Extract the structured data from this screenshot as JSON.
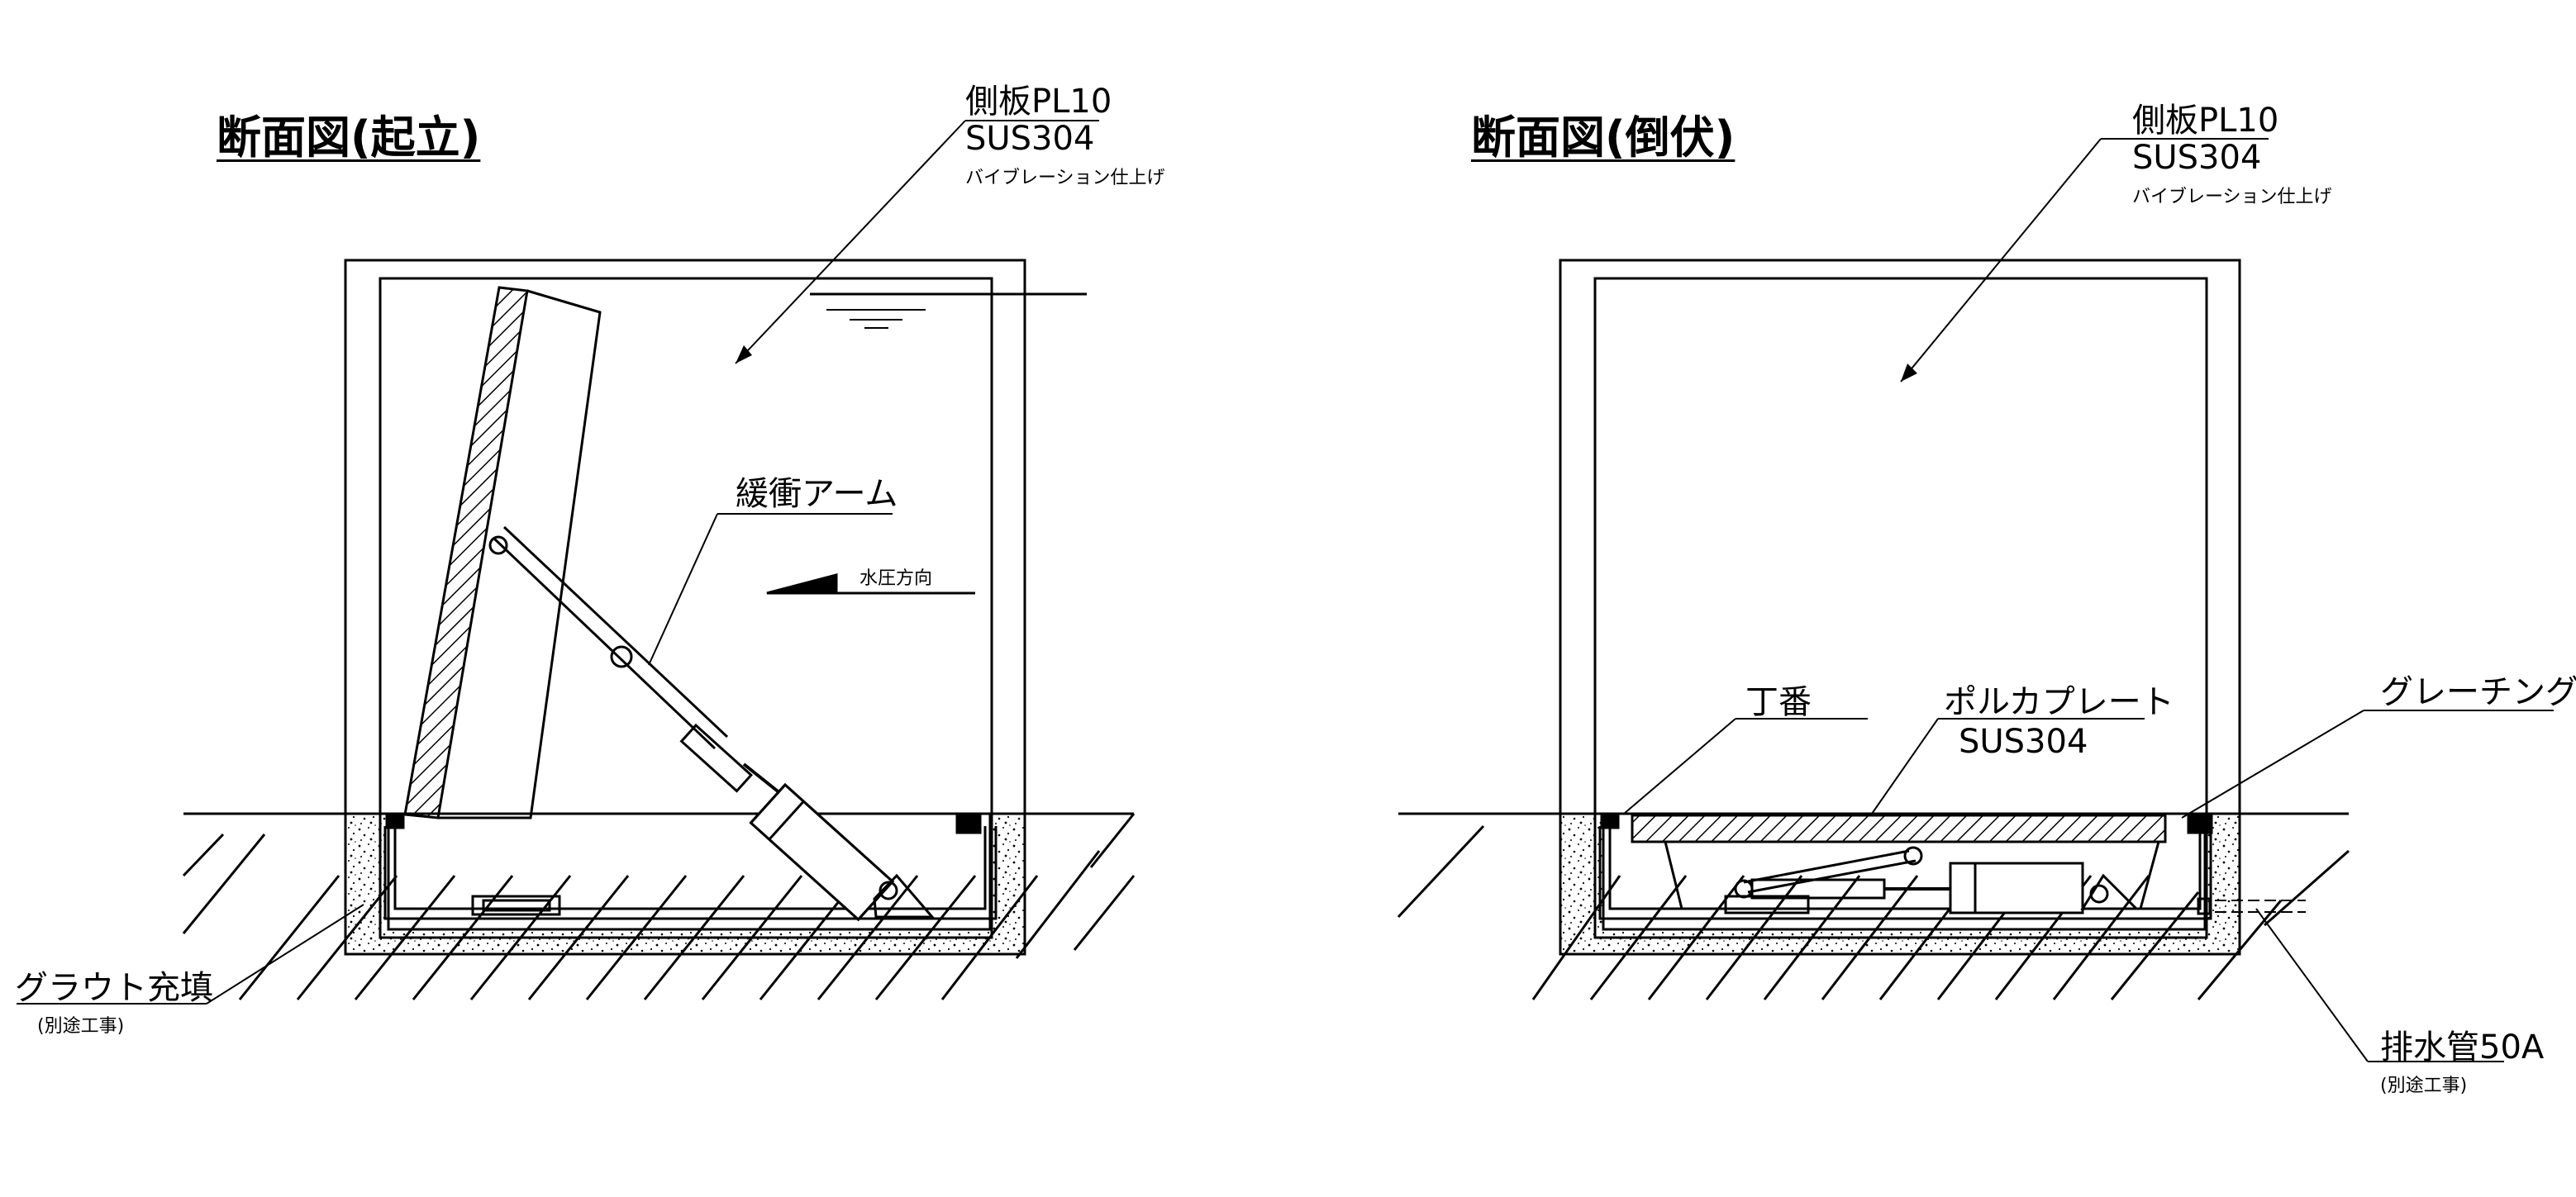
{
  "left_view": {
    "title": "断面図(起立)",
    "side_plate_line1": "側板PL10",
    "side_plate_line2": "SUS304",
    "side_plate_finish": "バイブレーション仕上げ",
    "buffer_arm": "緩衝アーム",
    "water_pressure": "水圧方向",
    "grout_fill": "グラウト充填",
    "separate_work": "(別途工事)"
  },
  "right_view": {
    "title": "断面図(倒伏)",
    "side_plate_line1": "側板PL10",
    "side_plate_line2": "SUS304",
    "side_plate_finish": "バイブレーション仕上げ",
    "hinge": "丁番",
    "polka_plate_line1": "ポルカプレート",
    "polka_plate_line2": "SUS304",
    "grating": "グレーチング",
    "drain_pipe": "排水管50A",
    "separate_work": "(別途工事)"
  }
}
